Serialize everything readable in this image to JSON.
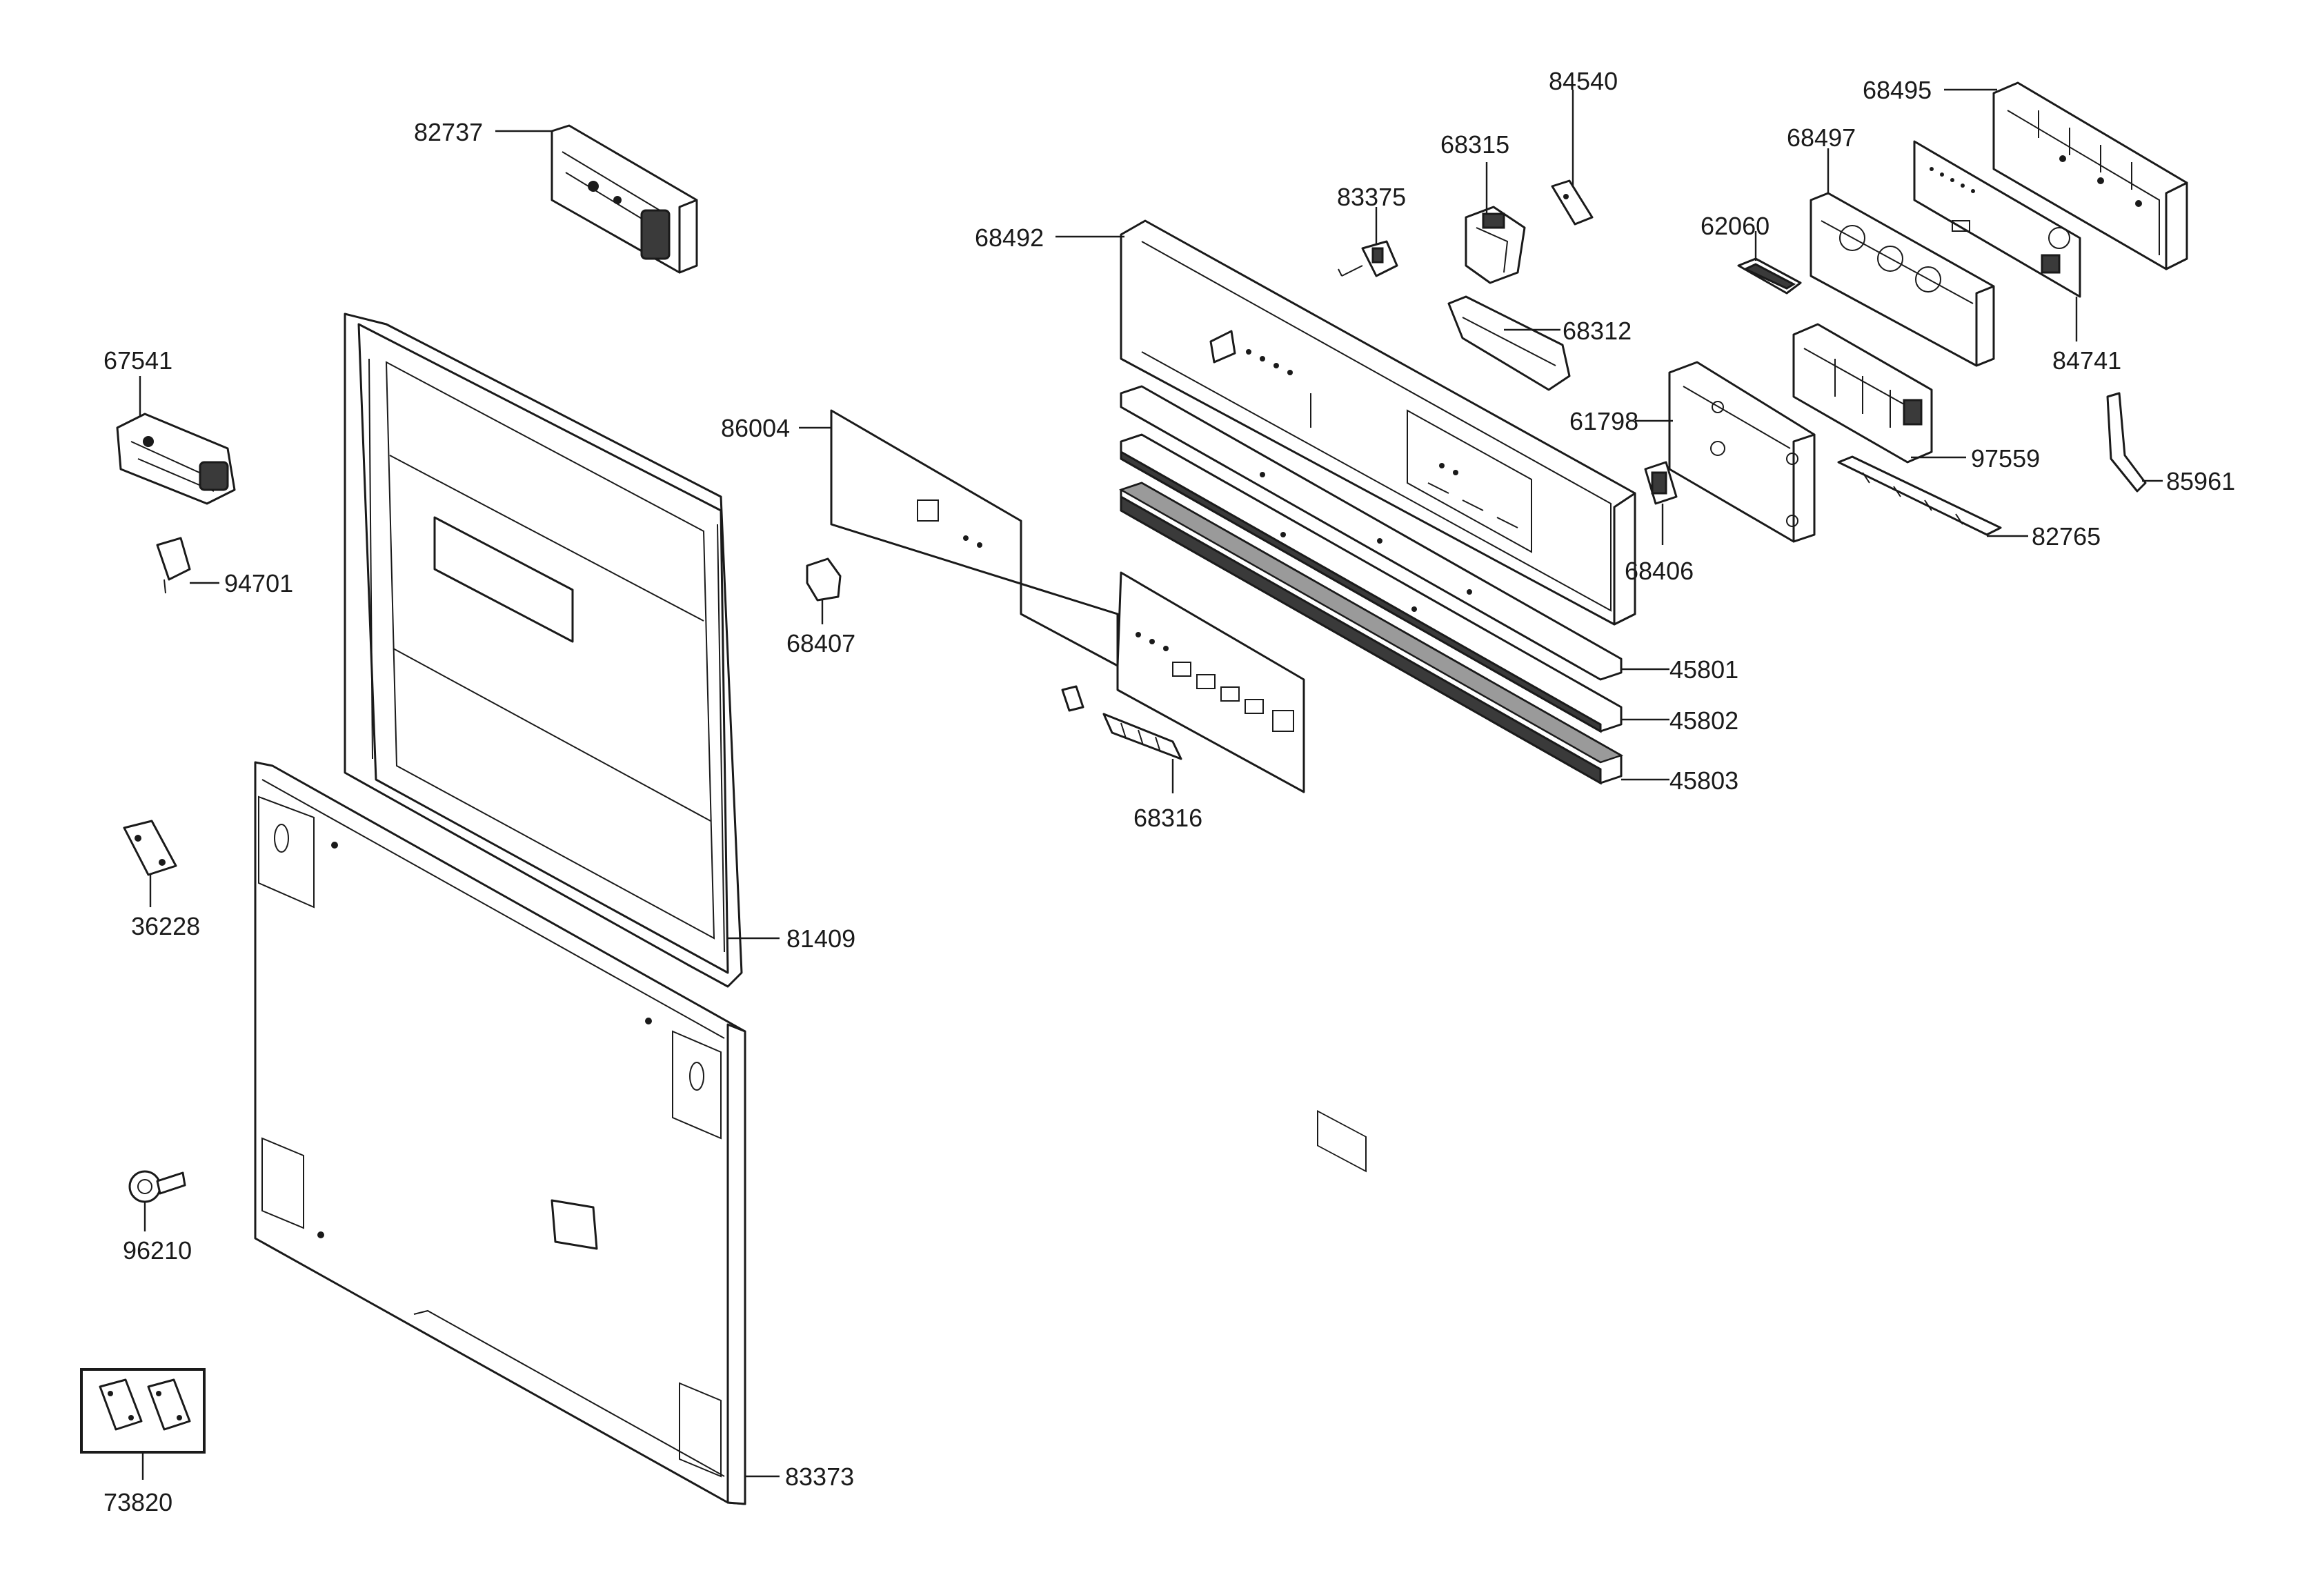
{
  "diagram": {
    "labels": {
      "p82737": "82737",
      "p67541": "67541",
      "p94701": "94701",
      "p36228": "36228",
      "p96210": "96210",
      "p73820": "73820",
      "p81409": "81409",
      "p83373": "83373",
      "p86004": "86004",
      "p68407": "68407",
      "p68316": "68316",
      "p68492": "68492",
      "p83375": "83375",
      "p68315": "68315",
      "p84540": "84540",
      "p68312": "68312",
      "p62060": "62060",
      "p68497": "68497",
      "p68495": "68495",
      "p84741": "84741",
      "p61798": "61798",
      "p68406": "68406",
      "p97559": "97559",
      "p82765": "82765",
      "p85961": "85961",
      "p45801": "45801",
      "p45802": "45802",
      "p45803": "45803"
    }
  }
}
